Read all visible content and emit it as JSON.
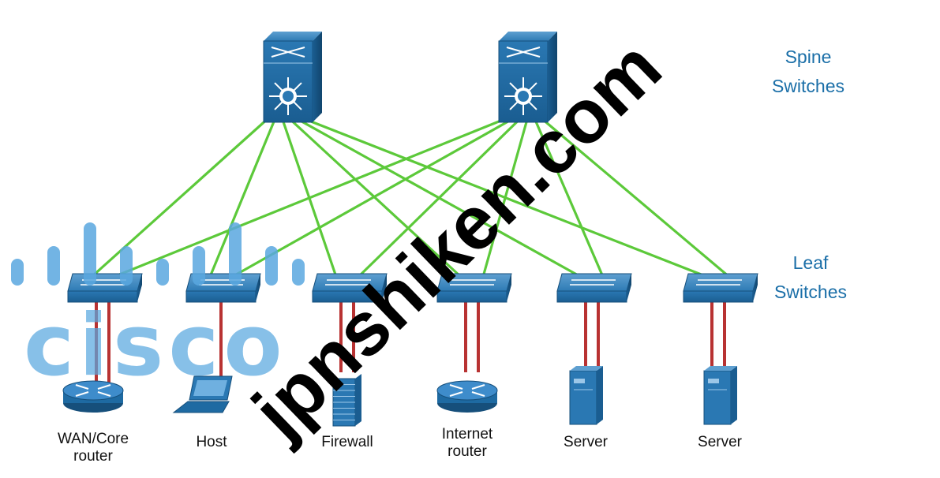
{
  "labels": {
    "spine_tier": [
      "Spine",
      "Switches"
    ],
    "leaf_tier": [
      "Leaf",
      "Switches"
    ]
  },
  "devices": [
    {
      "type": "router",
      "label": [
        "WAN/Core",
        "router"
      ]
    },
    {
      "type": "laptop",
      "label": [
        "Host"
      ]
    },
    {
      "type": "firewall",
      "label": [
        "Firewall"
      ]
    },
    {
      "type": "router",
      "label": [
        "Internet",
        "router"
      ]
    },
    {
      "type": "server",
      "label": [
        "Server"
      ]
    },
    {
      "type": "server",
      "label": [
        "Server"
      ]
    }
  ],
  "watermarks": {
    "domain": "jpnshiken.com",
    "logo": "cisco"
  },
  "colors": {
    "switch_blue": "#1f6fa6",
    "uplink_green": "#5cc93a",
    "access_red": "#b83232",
    "tier_label": "#1b6fa8",
    "logo_blue": "#5aa8e0"
  },
  "icons": {
    "spine": "multilayer-switch-icon",
    "leaf": "layer2-switch-icon",
    "router": "router-icon",
    "laptop": "laptop-icon",
    "firewall": "firewall-icon",
    "server": "server-icon"
  }
}
